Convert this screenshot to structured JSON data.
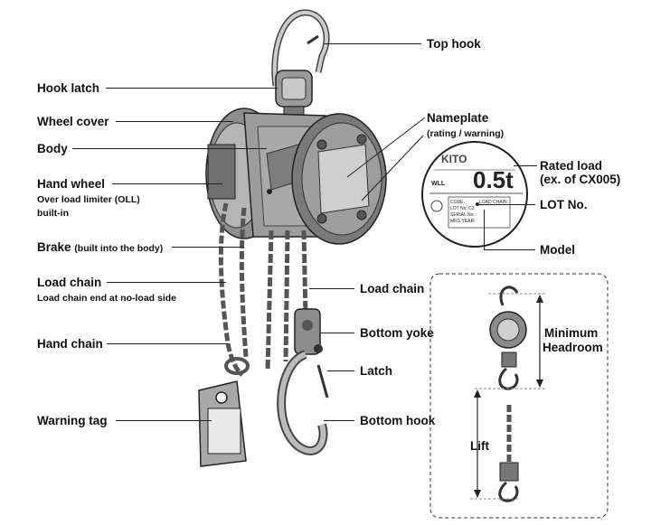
{
  "labels": {
    "top_hook": "Top hook",
    "hook_latch": "Hook latch",
    "wheel_cover": "Wheel cover",
    "body": "Body",
    "hand_wheel": "Hand wheel",
    "hand_wheel_sub1": "Over load limiter (OLL)",
    "hand_wheel_sub2": "built-in",
    "brake": "Brake",
    "brake_sub": "(built into the body)",
    "load_chain_left": "Load chain",
    "load_chain_left_sub": "Load chain end at no-load side",
    "hand_chain": "Hand chain",
    "warning_tag": "Warning tag",
    "nameplate": "Nameplate",
    "nameplate_sub": "(rating / warning)",
    "rated_load": "Rated load",
    "rated_load_sub": "(ex. of CX005)",
    "lot_no": "LOT No.",
    "model": "Model",
    "load_chain_right": "Load chain",
    "bottom_yoke": "Bottom yoke",
    "latch": "Latch",
    "bottom_hook": "Bottom hook",
    "minimum_headroom_1": "Minimum",
    "minimum_headroom_2": "Headroom",
    "lift": "Lift"
  },
  "nameplate": {
    "brand": "KITO",
    "rating": "0.5t",
    "wll": "WLL",
    "fields": [
      "CODE:",
      "LOAD CHAIN:",
      "LOT No: C3",
      "SERIAL No.:",
      "MFG.YEAR:"
    ]
  },
  "icons": [
    "chain-hoist-illustration",
    "nameplate-closeup",
    "headroom-diagram"
  ]
}
